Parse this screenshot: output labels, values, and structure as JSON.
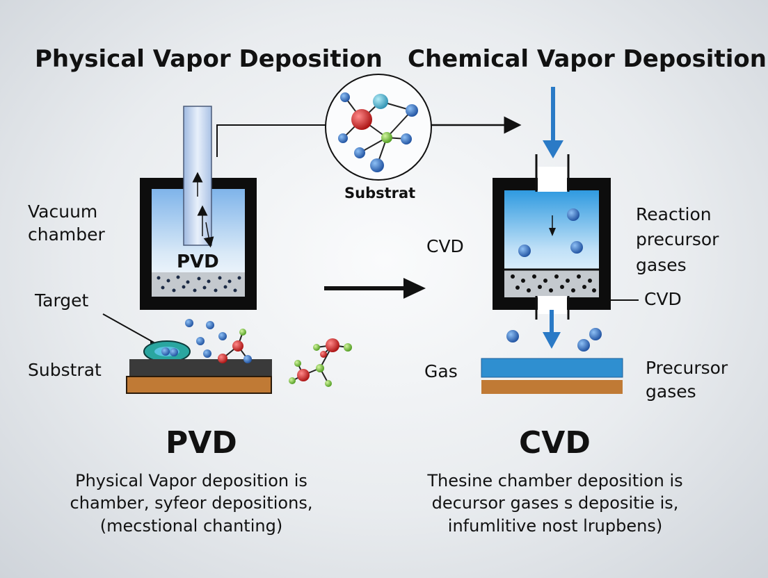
{
  "titles": {
    "pvd": "Physical Vapor Deposition",
    "cvd": "Chemical Vapor Deposition"
  },
  "center": {
    "molecule_label": "Substrat"
  },
  "pvd": {
    "vacuum_chamber": "Vacuum\nchamber",
    "chamber_label": "PVD",
    "target": "Target",
    "substrate": "Substrat",
    "heading": "PVD",
    "description": "Physical Vapor deposition is\nchamber, syfeor depositions,\n(mecstional chanting)"
  },
  "cvd": {
    "side_label": "CVD",
    "reaction_gases": "Reaction\nprecursor\ngases",
    "bottom_label": "CVD",
    "gas": "Gas",
    "precursor_gases": "Precursor\ngases",
    "heading": "CVD",
    "description": "Thesine chamber deposition is\ndecursor gases s depositie is,\ninfumlitive nost lrupbens)"
  },
  "colors": {
    "atom_blue": "#2f6fc0",
    "atom_red": "#d61f1f",
    "atom_green": "#7cc242",
    "arrow_blue": "#2a7ac6",
    "substrate_orange": "#c07a35",
    "cvd_blue_layer": "#2f8fd0",
    "chamber_frame": "#0d0d0d"
  }
}
